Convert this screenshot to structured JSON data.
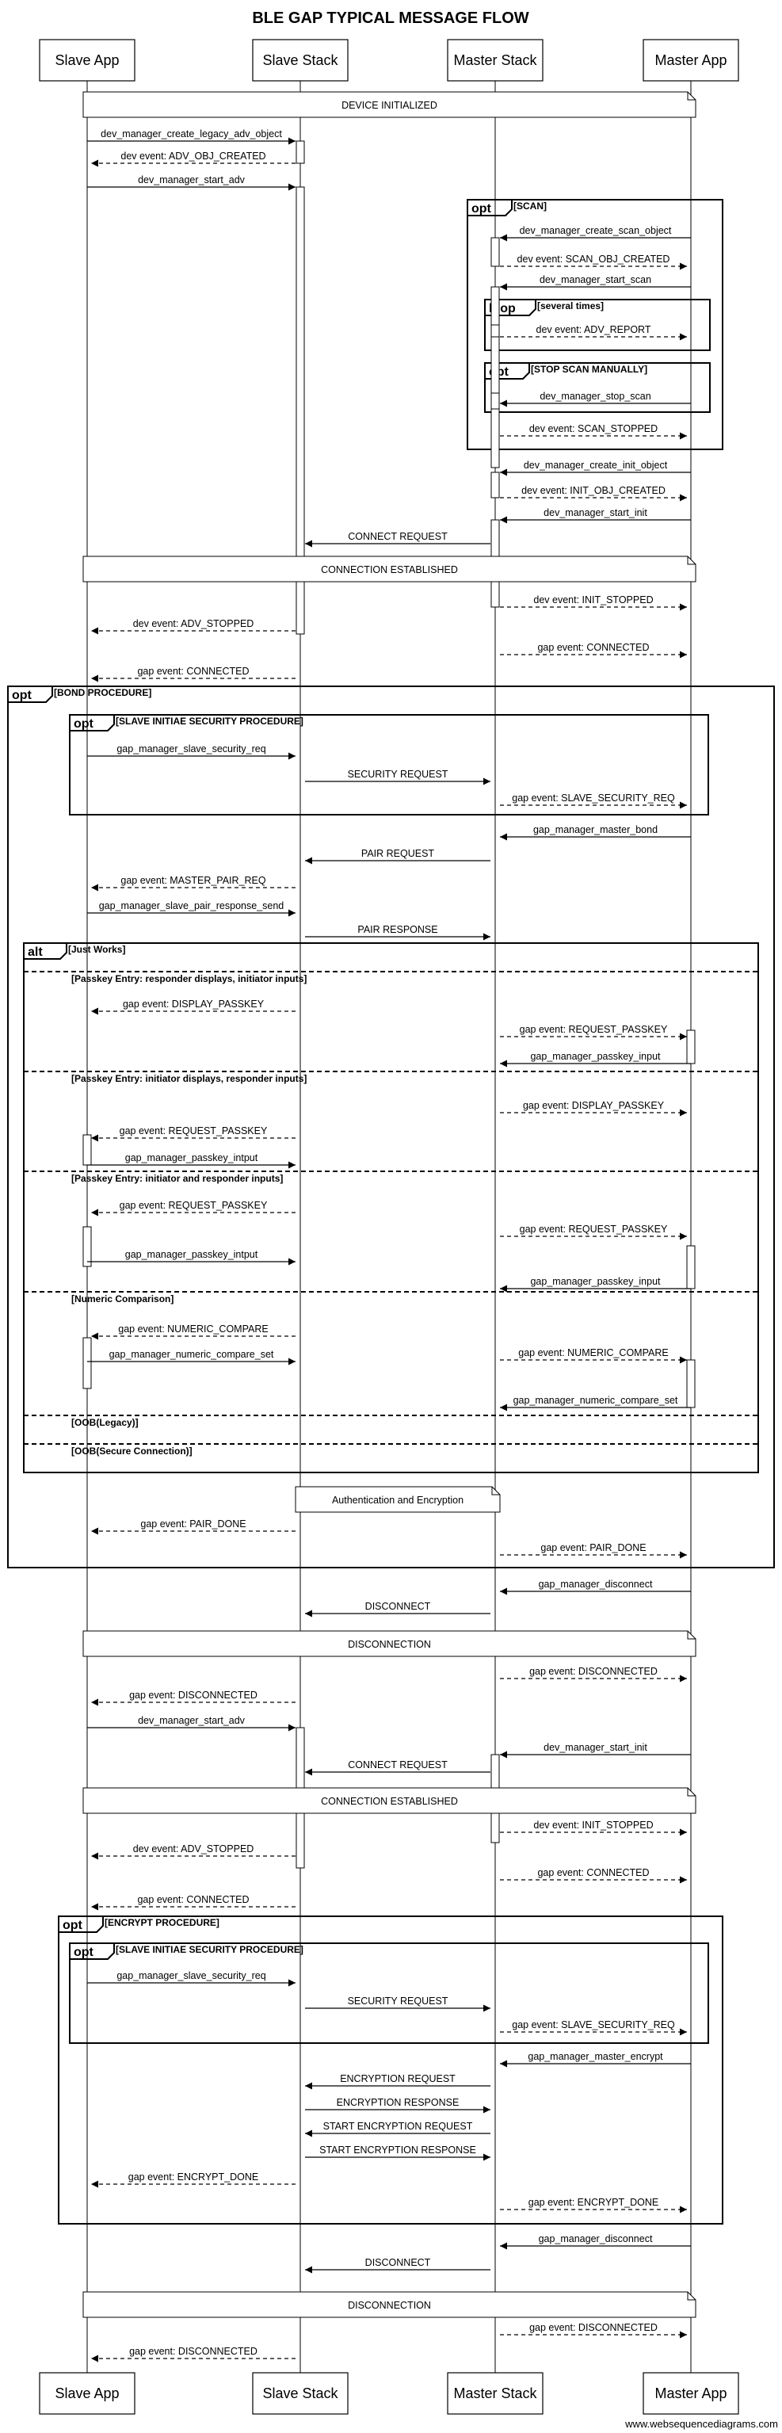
{
  "title": "BLE GAP TYPICAL MESSAGE FLOW",
  "watermark": "www.websequencediagrams.com",
  "participants": [
    {
      "id": "slave_app",
      "label": "Slave App"
    },
    {
      "id": "slave_stack",
      "label": "Slave Stack"
    },
    {
      "id": "master_stack",
      "label": "Master Stack"
    },
    {
      "id": "master_app",
      "label": "Master App"
    }
  ],
  "notes": [
    {
      "text": "DEVICE INITIALIZED"
    },
    {
      "text": "CONNECTION ESTABLISHED"
    },
    {
      "text": "Authentication and Encryption"
    },
    {
      "text": "DISCONNECTION"
    },
    {
      "text": "CONNECTION ESTABLISHED"
    },
    {
      "text": "DISCONNECTION"
    }
  ],
  "frames": [
    {
      "kw": "opt",
      "label": "[SCAN]"
    },
    {
      "kw": "loop",
      "label": "[several times]"
    },
    {
      "kw": "opt",
      "label": "[STOP SCAN MANUALLY]"
    },
    {
      "kw": "opt",
      "label": "[BOND PROCEDURE]"
    },
    {
      "kw": "opt",
      "label": "[SLAVE INITIAE SECURITY PROCEDURE]"
    },
    {
      "kw": "alt",
      "label": "[Just Works]"
    },
    {
      "kw": "opt",
      "label": "[ENCRYPT PROCEDURE]"
    },
    {
      "kw": "opt",
      "label": "[SLAVE INITIAE SECURITY PROCEDURE]"
    }
  ],
  "alt_sections": [
    "[Passkey Entry: responder displays, initiator inputs]",
    "[Passkey Entry: initiator displays, responder inputs]",
    "[Passkey Entry: initiator and responder inputs]",
    "[Numeric Comparison]",
    "[OOB(Legacy)]",
    "[OOB(Secure Connection)]"
  ],
  "messages": [
    {
      "from": "slave_app",
      "to": "slave_stack",
      "style": "solid",
      "label": "dev_manager_create_legacy_adv_object"
    },
    {
      "from": "slave_stack",
      "to": "slave_app",
      "style": "dashed",
      "label": "dev event: ADV_OBJ_CREATED"
    },
    {
      "from": "slave_app",
      "to": "slave_stack",
      "style": "solid",
      "label": "dev_manager_start_adv"
    },
    {
      "from": "master_app",
      "to": "master_stack",
      "style": "solid",
      "label": "dev_manager_create_scan_object"
    },
    {
      "from": "master_stack",
      "to": "master_app",
      "style": "dashed",
      "label": "dev event: SCAN_OBJ_CREATED"
    },
    {
      "from": "master_app",
      "to": "master_stack",
      "style": "solid",
      "label": "dev_manager_start_scan"
    },
    {
      "from": "master_stack",
      "to": "master_app",
      "style": "dashed",
      "label": "dev event: ADV_REPORT"
    },
    {
      "from": "master_app",
      "to": "master_stack",
      "style": "solid",
      "label": "dev_manager_stop_scan"
    },
    {
      "from": "master_stack",
      "to": "master_app",
      "style": "dashed",
      "label": "dev event: SCAN_STOPPED"
    },
    {
      "from": "master_app",
      "to": "master_stack",
      "style": "solid",
      "label": "dev_manager_create_init_object"
    },
    {
      "from": "master_stack",
      "to": "master_app",
      "style": "dashed",
      "label": "dev event: INIT_OBJ_CREATED"
    },
    {
      "from": "master_app",
      "to": "master_stack",
      "style": "solid",
      "label": "dev_manager_start_init"
    },
    {
      "from": "master_stack",
      "to": "slave_stack",
      "style": "solid",
      "label": "CONNECT REQUEST"
    },
    {
      "from": "master_stack",
      "to": "master_app",
      "style": "dashed",
      "label": "dev event: INIT_STOPPED"
    },
    {
      "from": "slave_stack",
      "to": "slave_app",
      "style": "dashed",
      "label": "dev event: ADV_STOPPED"
    },
    {
      "from": "master_stack",
      "to": "master_app",
      "style": "dashed",
      "label": "gap event: CONNECTED"
    },
    {
      "from": "slave_stack",
      "to": "slave_app",
      "style": "dashed",
      "label": "gap event: CONNECTED"
    },
    {
      "from": "slave_app",
      "to": "slave_stack",
      "style": "solid",
      "label": "gap_manager_slave_security_req"
    },
    {
      "from": "slave_stack",
      "to": "master_stack",
      "style": "solid",
      "label": "SECURITY REQUEST"
    },
    {
      "from": "master_stack",
      "to": "master_app",
      "style": "dashed",
      "label": "gap event: SLAVE_SECURITY_REQ"
    },
    {
      "from": "master_app",
      "to": "master_stack",
      "style": "solid",
      "label": "gap_manager_master_bond"
    },
    {
      "from": "master_stack",
      "to": "slave_stack",
      "style": "solid",
      "label": "PAIR REQUEST"
    },
    {
      "from": "slave_stack",
      "to": "slave_app",
      "style": "dashed",
      "label": "gap event: MASTER_PAIR_REQ"
    },
    {
      "from": "slave_app",
      "to": "slave_stack",
      "style": "solid",
      "label": "gap_manager_slave_pair_response_send"
    },
    {
      "from": "slave_stack",
      "to": "master_stack",
      "style": "solid",
      "label": "PAIR RESPONSE"
    },
    {
      "from": "slave_stack",
      "to": "slave_app",
      "style": "dashed",
      "label": "gap event: DISPLAY_PASSKEY"
    },
    {
      "from": "master_stack",
      "to": "master_app",
      "style": "dashed",
      "label": "gap event: REQUEST_PASSKEY"
    },
    {
      "from": "master_app",
      "to": "master_stack",
      "style": "solid",
      "label": "gap_manager_passkey_input"
    },
    {
      "from": "master_stack",
      "to": "master_app",
      "style": "dashed",
      "label": "gap event: DISPLAY_PASSKEY"
    },
    {
      "from": "slave_stack",
      "to": "slave_app",
      "style": "dashed",
      "label": "gap event: REQUEST_PASSKEY"
    },
    {
      "from": "slave_app",
      "to": "slave_stack",
      "style": "solid",
      "label": "gap_manager_passkey_intput"
    },
    {
      "from": "slave_stack",
      "to": "slave_app",
      "style": "dashed",
      "label": "gap event: REQUEST_PASSKEY"
    },
    {
      "from": "slave_app",
      "to": "slave_stack",
      "style": "solid",
      "label": "gap_manager_passkey_intput"
    },
    {
      "from": "master_stack",
      "to": "master_app",
      "style": "dashed",
      "label": "gap event: REQUEST_PASSKEY"
    },
    {
      "from": "master_app",
      "to": "master_stack",
      "style": "solid",
      "label": "gap_manager_passkey_input"
    },
    {
      "from": "slave_stack",
      "to": "slave_app",
      "style": "dashed",
      "label": "gap event: NUMERIC_COMPARE"
    },
    {
      "from": "slave_app",
      "to": "slave_stack",
      "style": "solid",
      "label": "gap_manager_numeric_compare_set"
    },
    {
      "from": "master_stack",
      "to": "master_app",
      "style": "dashed",
      "label": "gap event: NUMERIC_COMPARE"
    },
    {
      "from": "master_app",
      "to": "master_stack",
      "style": "solid",
      "label": "gap_manager_numeric_compare_set"
    },
    {
      "from": "slave_stack",
      "to": "slave_app",
      "style": "dashed",
      "label": "gap event: PAIR_DONE"
    },
    {
      "from": "master_stack",
      "to": "master_app",
      "style": "dashed",
      "label": "gap event: PAIR_DONE"
    },
    {
      "from": "master_app",
      "to": "master_stack",
      "style": "solid",
      "label": "gap_manager_disconnect"
    },
    {
      "from": "master_stack",
      "to": "slave_stack",
      "style": "solid",
      "label": "DISCONNECT"
    },
    {
      "from": "master_stack",
      "to": "master_app",
      "style": "dashed",
      "label": "gap event: DISCONNECTED"
    },
    {
      "from": "slave_stack",
      "to": "slave_app",
      "style": "dashed",
      "label": "gap event: DISCONNECTED"
    },
    {
      "from": "slave_app",
      "to": "slave_stack",
      "style": "solid",
      "label": "dev_manager_start_adv"
    },
    {
      "from": "master_app",
      "to": "master_stack",
      "style": "solid",
      "label": "dev_manager_start_init"
    },
    {
      "from": "master_stack",
      "to": "slave_stack",
      "style": "solid",
      "label": "CONNECT REQUEST"
    },
    {
      "from": "master_stack",
      "to": "master_app",
      "style": "dashed",
      "label": "dev event: INIT_STOPPED"
    },
    {
      "from": "slave_stack",
      "to": "slave_app",
      "style": "dashed",
      "label": "dev event: ADV_STOPPED"
    },
    {
      "from": "master_stack",
      "to": "master_app",
      "style": "dashed",
      "label": "gap event: CONNECTED"
    },
    {
      "from": "slave_stack",
      "to": "slave_app",
      "style": "dashed",
      "label": "gap event: CONNECTED"
    },
    {
      "from": "slave_app",
      "to": "slave_stack",
      "style": "solid",
      "label": "gap_manager_slave_security_req"
    },
    {
      "from": "slave_stack",
      "to": "master_stack",
      "style": "solid",
      "label": "SECURITY REQUEST"
    },
    {
      "from": "master_stack",
      "to": "master_app",
      "style": "dashed",
      "label": "gap event: SLAVE_SECURITY_REQ"
    },
    {
      "from": "master_app",
      "to": "master_stack",
      "style": "solid",
      "label": "gap_manager_master_encrypt"
    },
    {
      "from": "master_stack",
      "to": "slave_stack",
      "style": "solid",
      "label": "ENCRYPTION REQUEST"
    },
    {
      "from": "slave_stack",
      "to": "master_stack",
      "style": "solid",
      "label": "ENCRYPTION RESPONSE"
    },
    {
      "from": "master_stack",
      "to": "slave_stack",
      "style": "solid",
      "label": "START ENCRYPTION REQUEST"
    },
    {
      "from": "slave_stack",
      "to": "master_stack",
      "style": "solid",
      "label": "START ENCRYPTION RESPONSE"
    },
    {
      "from": "slave_stack",
      "to": "slave_app",
      "style": "dashed",
      "label": "gap event: ENCRYPT_DONE"
    },
    {
      "from": "master_stack",
      "to": "master_app",
      "style": "dashed",
      "label": "gap event: ENCRYPT_DONE"
    },
    {
      "from": "master_app",
      "to": "master_stack",
      "style": "solid",
      "label": "gap_manager_disconnect"
    },
    {
      "from": "master_stack",
      "to": "slave_stack",
      "style": "solid",
      "label": "DISCONNECT"
    },
    {
      "from": "master_stack",
      "to": "master_app",
      "style": "dashed",
      "label": "gap event: DISCONNECTED"
    },
    {
      "from": "slave_stack",
      "to": "slave_app",
      "style": "dashed",
      "label": "gap event: DISCONNECTED"
    }
  ]
}
